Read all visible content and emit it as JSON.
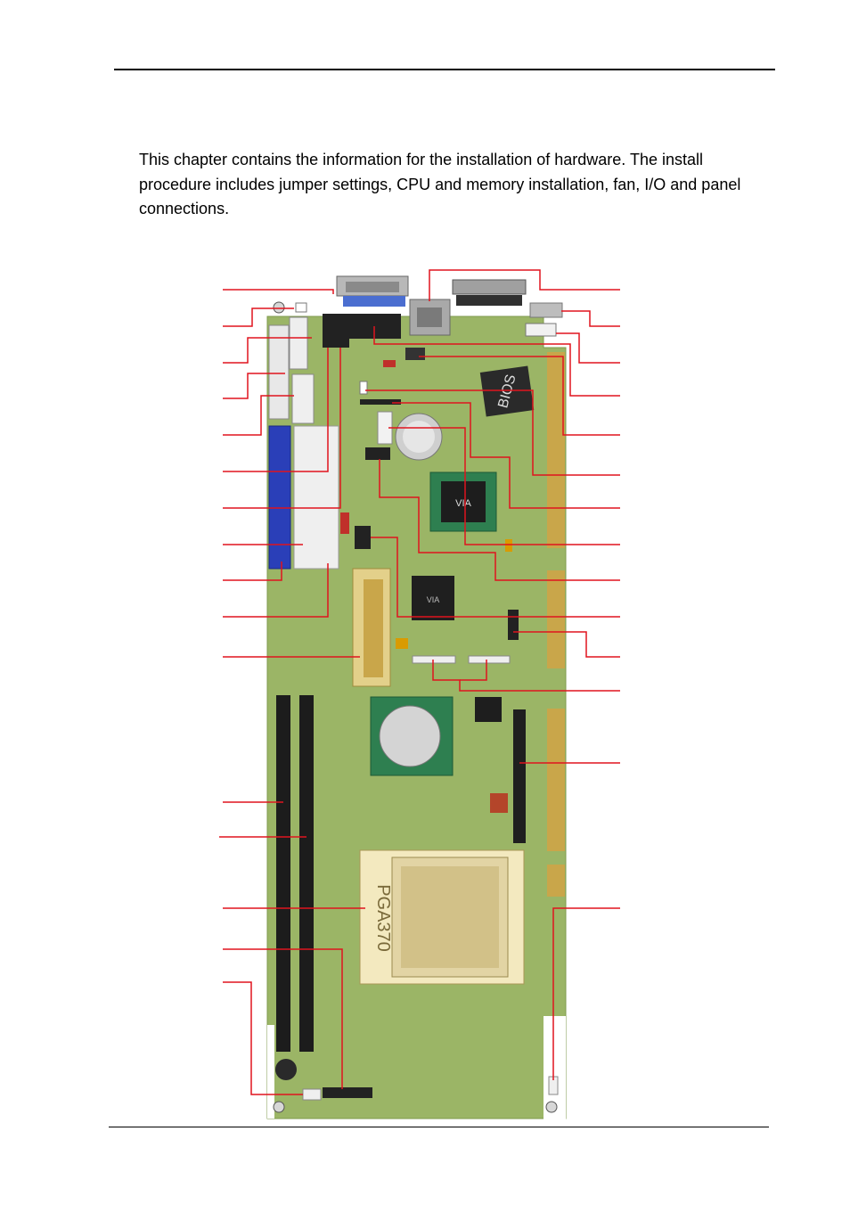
{
  "intro": {
    "text": "This chapter contains the information for the installation of hardware. The install procedure includes jumper settings, CPU and memory installation, fan, I/O and panel connections."
  },
  "board": {
    "bios_label": "BIOS",
    "cpu_socket_label": "PGA370",
    "chipset_label": "VIA",
    "vga_chip_label": "VIA",
    "colors": {
      "pcb": "#9bb566",
      "callout_line": "#e0141e",
      "ide_connector": "#2a3fb8",
      "dimm_slot": "#1c1c1c",
      "gold_finger": "#c9a64a"
    }
  }
}
